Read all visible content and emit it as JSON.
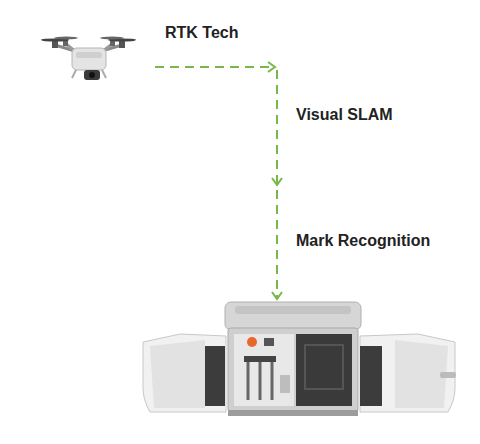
{
  "diagram": {
    "labels": [
      "RTK Tech",
      "Visual SLAM",
      "Mark Recognition"
    ]
  }
}
